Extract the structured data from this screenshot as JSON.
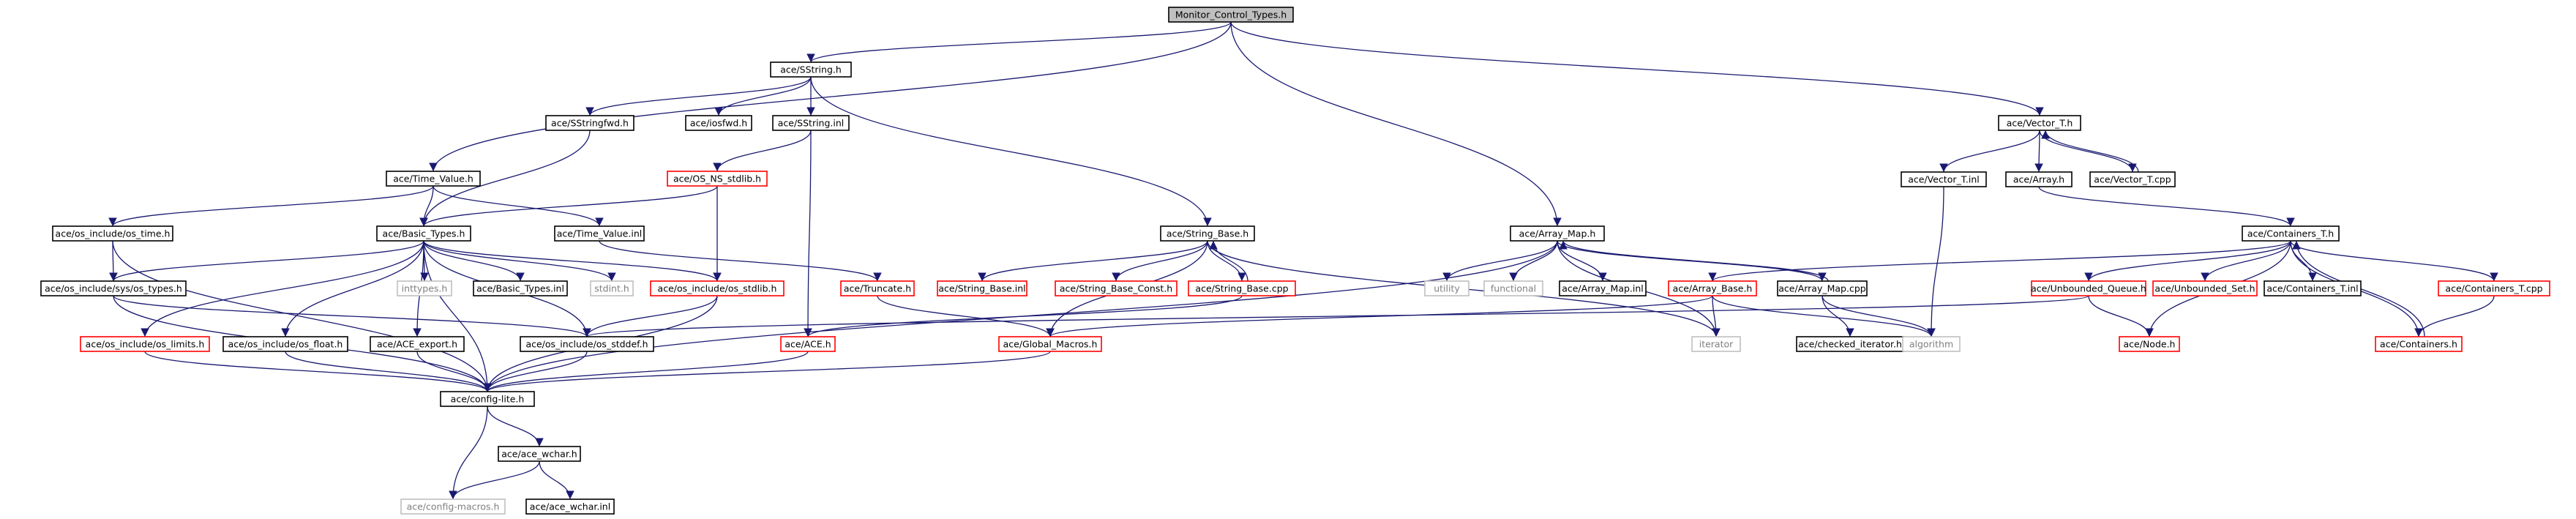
{
  "colors": {
    "edge": "#191970",
    "normal_border": "#000000",
    "truncated_border": "#ff0000",
    "external_border": "#bfbfbf",
    "root_fill": "#bfbfbf",
    "text": "#000000",
    "external_text": "#7f7f7f"
  },
  "nodes": [
    {
      "id": "root",
      "label": "Monitor_Control_Types.h",
      "kind": "root"
    },
    {
      "id": "sstring_h",
      "label": "ace/SString.h",
      "kind": "normal"
    },
    {
      "id": "vector_h",
      "label": "ace/Vector_T.h",
      "kind": "normal"
    },
    {
      "id": "sstringfwd",
      "label": "ace/SStringfwd.h",
      "kind": "normal"
    },
    {
      "id": "iosfwd",
      "label": "ace/iosfwd.h",
      "kind": "normal"
    },
    {
      "id": "sstring_inl",
      "label": "ace/SString.inl",
      "kind": "normal"
    },
    {
      "id": "vector_inl",
      "label": "ace/Vector_T.inl",
      "kind": "normal"
    },
    {
      "id": "array_h",
      "label": "ace/Array.h",
      "kind": "normal"
    },
    {
      "id": "vector_cpp",
      "label": "ace/Vector_T.cpp",
      "kind": "normal"
    },
    {
      "id": "time_value_h",
      "label": "ace/Time_Value.h",
      "kind": "normal"
    },
    {
      "id": "os_ns_stdlib",
      "label": "ace/OS_NS_stdlib.h",
      "kind": "truncated"
    },
    {
      "id": "os_time",
      "label": "ace/os_include/os_time.h",
      "kind": "normal"
    },
    {
      "id": "basic_types_h",
      "label": "ace/Basic_Types.h",
      "kind": "normal"
    },
    {
      "id": "time_value_inl",
      "label": "ace/Time_Value.inl",
      "kind": "normal"
    },
    {
      "id": "string_base_h",
      "label": "ace/String_Base.h",
      "kind": "normal"
    },
    {
      "id": "array_map_h",
      "label": "ace/Array_Map.h",
      "kind": "normal"
    },
    {
      "id": "containers_t_h",
      "label": "ace/Containers_T.h",
      "kind": "normal"
    },
    {
      "id": "sys_types",
      "label": "ace/os_include/sys/os_types.h",
      "kind": "normal"
    },
    {
      "id": "inttypes",
      "label": "inttypes.h",
      "kind": "external"
    },
    {
      "id": "basic_types_inl",
      "label": "ace/Basic_Types.inl",
      "kind": "normal"
    },
    {
      "id": "stdint",
      "label": "stdint.h",
      "kind": "external"
    },
    {
      "id": "os_stdlib",
      "label": "ace/os_include/os_stdlib.h",
      "kind": "truncated"
    },
    {
      "id": "truncate",
      "label": "ace/Truncate.h",
      "kind": "truncated"
    },
    {
      "id": "string_base_inl",
      "label": "ace/String_Base.inl",
      "kind": "truncated"
    },
    {
      "id": "string_base_const",
      "label": "ace/String_Base_Const.h",
      "kind": "truncated"
    },
    {
      "id": "string_base_cpp",
      "label": "ace/String_Base.cpp",
      "kind": "truncated"
    },
    {
      "id": "utility",
      "label": "utility",
      "kind": "external"
    },
    {
      "id": "functional",
      "label": "functional",
      "kind": "external"
    },
    {
      "id": "array_map_inl",
      "label": "ace/Array_Map.inl",
      "kind": "normal"
    },
    {
      "id": "array_base_h",
      "label": "ace/Array_Base.h",
      "kind": "truncated"
    },
    {
      "id": "array_map_cpp",
      "label": "ace/Array_Map.cpp",
      "kind": "normal"
    },
    {
      "id": "unbounded_queue",
      "label": "ace/Unbounded_Queue.h",
      "kind": "truncated"
    },
    {
      "id": "unbounded_set",
      "label": "ace/Unbounded_Set.h",
      "kind": "truncated"
    },
    {
      "id": "containers_t_inl",
      "label": "ace/Containers_T.inl",
      "kind": "normal"
    },
    {
      "id": "containers_t_cpp",
      "label": "ace/Containers_T.cpp",
      "kind": "truncated"
    },
    {
      "id": "os_limits",
      "label": "ace/os_include/os_limits.h",
      "kind": "truncated"
    },
    {
      "id": "os_float",
      "label": "ace/os_include/os_float.h",
      "kind": "normal"
    },
    {
      "id": "ace_export",
      "label": "ace/ACE_export.h",
      "kind": "normal"
    },
    {
      "id": "os_stddef",
      "label": "ace/os_include/os_stddef.h",
      "kind": "normal"
    },
    {
      "id": "ace_h",
      "label": "ace/ACE.h",
      "kind": "truncated"
    },
    {
      "id": "global_macros",
      "label": "ace/Global_Macros.h",
      "kind": "truncated"
    },
    {
      "id": "iterator",
      "label": "iterator",
      "kind": "external"
    },
    {
      "id": "checked_iterator",
      "label": "ace/checked_iterator.h",
      "kind": "normal"
    },
    {
      "id": "algorithm",
      "label": "algorithm",
      "kind": "external"
    },
    {
      "id": "node_h",
      "label": "ace/Node.h",
      "kind": "truncated"
    },
    {
      "id": "containers_h",
      "label": "ace/Containers.h",
      "kind": "truncated"
    },
    {
      "id": "config_lite",
      "label": "ace/config-lite.h",
      "kind": "normal"
    },
    {
      "id": "ace_wchar_h",
      "label": "ace/ace_wchar.h",
      "kind": "normal"
    },
    {
      "id": "config_macros",
      "label": "ace/config-macros.h",
      "kind": "external"
    },
    {
      "id": "ace_wchar_inl",
      "label": "ace/ace_wchar.inl",
      "kind": "normal"
    }
  ],
  "edges": [
    [
      "root",
      "sstring_h"
    ],
    [
      "root",
      "vector_h"
    ],
    [
      "root",
      "time_value_h"
    ],
    [
      "root",
      "array_map_h"
    ],
    [
      "sstring_h",
      "sstringfwd"
    ],
    [
      "sstring_h",
      "iosfwd"
    ],
    [
      "sstring_h",
      "sstring_inl"
    ],
    [
      "sstring_h",
      "string_base_h"
    ],
    [
      "sstringfwd",
      "basic_types_h"
    ],
    [
      "sstring_inl",
      "os_ns_stdlib"
    ],
    [
      "sstring_inl",
      "ace_h"
    ],
    [
      "os_ns_stdlib",
      "basic_types_h"
    ],
    [
      "os_ns_stdlib",
      "os_stdlib"
    ],
    [
      "vector_h",
      "vector_inl"
    ],
    [
      "vector_h",
      "array_h"
    ],
    [
      "vector_h",
      "vector_cpp"
    ],
    [
      "vector_cpp",
      "vector_h"
    ],
    [
      "vector_inl",
      "algorithm"
    ],
    [
      "array_h",
      "containers_t_h"
    ],
    [
      "time_value_h",
      "basic_types_h"
    ],
    [
      "time_value_h",
      "os_time"
    ],
    [
      "time_value_h",
      "time_value_inl"
    ],
    [
      "time_value_inl",
      "truncate"
    ],
    [
      "os_time",
      "sys_types"
    ],
    [
      "os_time",
      "config_lite"
    ],
    [
      "basic_types_h",
      "sys_types"
    ],
    [
      "basic_types_h",
      "inttypes"
    ],
    [
      "basic_types_h",
      "basic_types_inl"
    ],
    [
      "basic_types_h",
      "stdint"
    ],
    [
      "basic_types_h",
      "os_stdlib"
    ],
    [
      "basic_types_h",
      "os_limits"
    ],
    [
      "basic_types_h",
      "os_float"
    ],
    [
      "basic_types_h",
      "ace_export"
    ],
    [
      "basic_types_h",
      "os_stddef"
    ],
    [
      "basic_types_h",
      "config_lite"
    ],
    [
      "sys_types",
      "os_stddef"
    ],
    [
      "sys_types",
      "config_lite"
    ],
    [
      "os_stdlib",
      "os_stddef"
    ],
    [
      "os_stdlib",
      "config_lite"
    ],
    [
      "os_limits",
      "config_lite"
    ],
    [
      "os_float",
      "config_lite"
    ],
    [
      "ace_export",
      "config_lite"
    ],
    [
      "os_stddef",
      "config_lite"
    ],
    [
      "truncate",
      "global_macros"
    ],
    [
      "string_base_h",
      "string_base_inl"
    ],
    [
      "string_base_h",
      "string_base_const"
    ],
    [
      "string_base_h",
      "string_base_cpp"
    ],
    [
      "string_base_cpp",
      "string_base_h"
    ],
    [
      "string_base_h",
      "global_macros"
    ],
    [
      "string_base_h",
      "iterator"
    ],
    [
      "string_base_cpp",
      "ace_h"
    ],
    [
      "array_map_h",
      "utility"
    ],
    [
      "array_map_h",
      "functional"
    ],
    [
      "array_map_h",
      "array_map_inl"
    ],
    [
      "array_map_h",
      "array_map_cpp"
    ],
    [
      "array_map_cpp",
      "array_map_h"
    ],
    [
      "array_map_h",
      "iterator"
    ],
    [
      "array_map_h",
      "config_lite"
    ],
    [
      "array_map_cpp",
      "checked_iterator"
    ],
    [
      "array_map_cpp",
      "algorithm"
    ],
    [
      "containers_t_h",
      "array_base_h"
    ],
    [
      "containers_t_h",
      "unbounded_queue"
    ],
    [
      "containers_t_h",
      "unbounded_set"
    ],
    [
      "containers_t_h",
      "containers_t_inl"
    ],
    [
      "containers_t_h",
      "containers_t_cpp"
    ],
    [
      "containers_t_h",
      "node_h"
    ],
    [
      "containers_t_h",
      "containers_h"
    ],
    [
      "containers_h",
      "containers_t_h"
    ],
    [
      "containers_t_cpp",
      "containers_h"
    ],
    [
      "array_base_h",
      "iterator"
    ],
    [
      "array_base_h",
      "global_macros"
    ],
    [
      "array_base_h",
      "algorithm"
    ],
    [
      "unbounded_queue",
      "node_h"
    ],
    [
      "unbounded_queue",
      "os_stddef"
    ],
    [
      "ace_h",
      "config_lite"
    ],
    [
      "global_macros",
      "config_lite"
    ],
    [
      "config_lite",
      "ace_wchar_h"
    ],
    [
      "config_lite",
      "config_macros"
    ],
    [
      "ace_wchar_h",
      "config_macros"
    ],
    [
      "ace_wchar_h",
      "ace_wchar_inl"
    ]
  ]
}
